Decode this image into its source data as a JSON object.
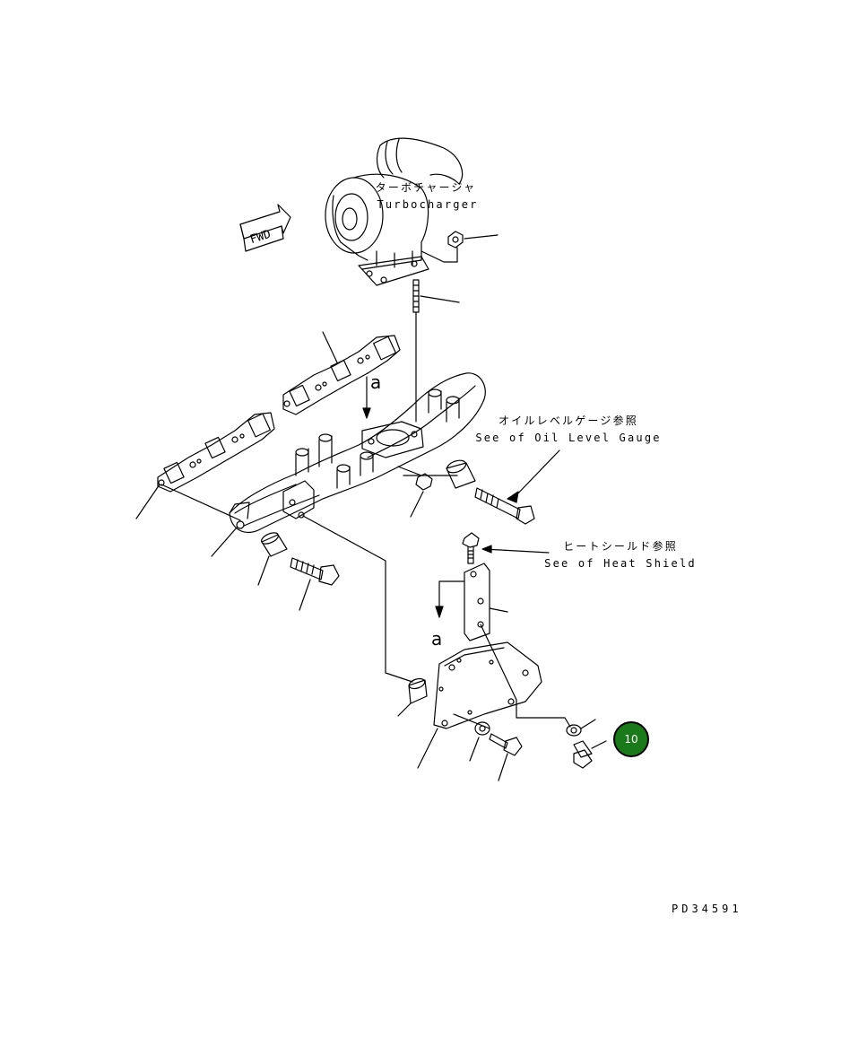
{
  "labels": {
    "turbo_jp": "ターボチャージャ",
    "turbo_en": "Turbocharger",
    "oil_jp": "オイルレベルゲージ参照",
    "oil_en": "See of Oil Level Gauge",
    "heat_jp": "ヒートシールド参照",
    "heat_en": "See of Heat Shield",
    "fwd": "FWD",
    "ref_a_top": "a",
    "ref_a_bottom": "a",
    "callout": "10",
    "drawing_code": "PD34591"
  },
  "colors": {
    "callout_fill": "#1a7a1a",
    "line": "#000000"
  }
}
